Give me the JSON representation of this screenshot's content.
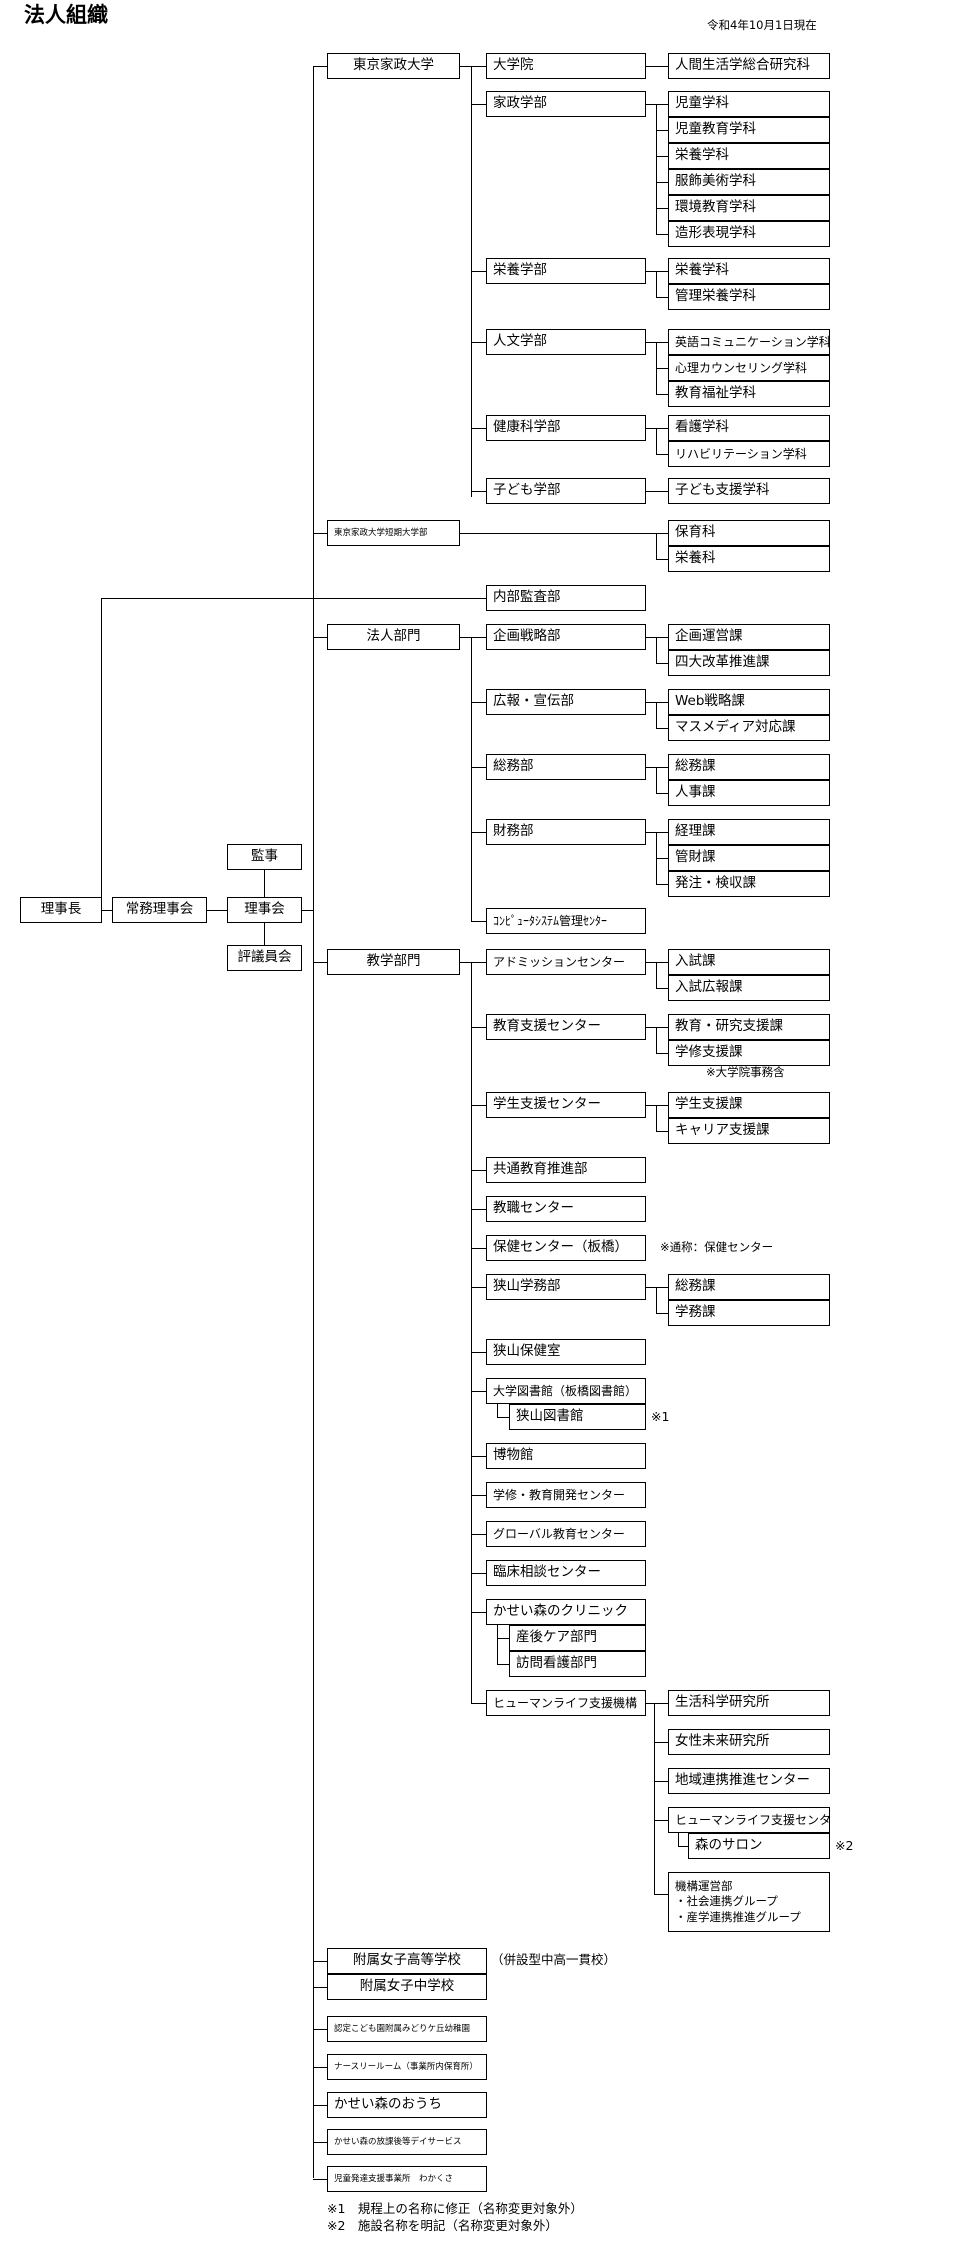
{
  "header": {
    "title": "法人組織",
    "date": "令和4年10月1日現在"
  },
  "top": {
    "chairman": "理事長",
    "exec_board": "常務理事会",
    "auditor": "監事",
    "board": "理事会",
    "council": "評議員会"
  },
  "university": {
    "name": "東京家政大学",
    "grad": "大学院",
    "grad_inst": "人間生活学総合研究科",
    "faculties": [
      {
        "name": "家政学部",
        "depts": [
          "児童学科",
          "児童教育学科",
          "栄養学科",
          "服飾美術学科",
          "環境教育学科",
          "造形表現学科"
        ]
      },
      {
        "name": "栄養学部",
        "depts": [
          "栄養学科",
          "管理栄養学科"
        ]
      },
      {
        "name": "人文学部",
        "depts": [
          "英語コミュニケーション学科",
          "心理カウンセリング学科",
          "教育福祉学科"
        ]
      },
      {
        "name": "健康科学部",
        "depts": [
          "看護学科",
          "リハビリテーション学科"
        ]
      },
      {
        "name": "子ども学部",
        "depts": [
          "子ども支援学科"
        ]
      }
    ]
  },
  "junior_college": {
    "name": "東京家政大学短期大学部",
    "depts": [
      "保育科",
      "栄養科"
    ]
  },
  "internal_audit": "内部監査部",
  "corporate": {
    "name": "法人部門",
    "units": [
      {
        "name": "企画戦略部",
        "sections": [
          "企画運営課",
          "四大改革推進課"
        ]
      },
      {
        "name": "広報・宣伝部",
        "sections": [
          "Web戦略課",
          "マスメディア対応課"
        ]
      },
      {
        "name": "総務部",
        "sections": [
          "総務課",
          "人事課"
        ]
      },
      {
        "name": "財務部",
        "sections": [
          "経理課",
          "管財課",
          "発注・検収課"
        ]
      },
      {
        "name": "ｺﾝﾋﾟｭｰﾀｼｽﾃﾑ管理ｾﾝﾀｰ",
        "sections": []
      }
    ]
  },
  "academic": {
    "name": "教学部門",
    "admission": {
      "name": "アドミッションセンター",
      "sections": [
        "入試課",
        "入試広報課"
      ]
    },
    "education_support": {
      "name": "教育支援センター",
      "sections": [
        "教育・研究支援課",
        "学修支援課"
      ],
      "note": "※大学院事務含"
    },
    "student_support": {
      "name": "学生支援センター",
      "sections": [
        "学生支援課",
        "キャリア支援課"
      ]
    },
    "common_edu": "共通教育推進部",
    "teacher_center": "教職センター",
    "health_center": {
      "name": "保健センター（板橋）",
      "note": "※通称：保健センター"
    },
    "sayama_office": {
      "name": "狭山学務部",
      "sections": [
        "総務課",
        "学務課"
      ]
    },
    "sayama_health": "狭山保健室",
    "library": {
      "name": "大学図書館（板橋図書館）",
      "branch": "狭山図書館",
      "note": "※1"
    },
    "museum": "博物館",
    "teaching_dev": "学修・教育開発センター",
    "global_edu": "グローバル教育センター",
    "clinical": "臨床相談センター",
    "clinic": {
      "name": "かせい森のクリニック",
      "subs": [
        "産後ケア部門",
        "訪問看護部門"
      ]
    },
    "human_life": {
      "name": "ヒューマンライフ支援機構",
      "subs": [
        "生活科学研究所",
        "女性未来研究所",
        "地域連携推進センター"
      ],
      "hl_center": "ヒューマンライフ支援センター",
      "salon": "森のサロン",
      "salon_note": "※2",
      "ops": {
        "name": "機構運営部",
        "items": [
          "・社会連携グループ",
          "・産学連携推進グループ"
        ]
      }
    }
  },
  "schools": {
    "high": "附属女子高等学校",
    "junior": "附属女子中学校",
    "note": "（併設型中高一貫校）",
    "kindergarten": "認定こども園附属みどりケ丘幼稚園",
    "nursery": "ナースリールーム（事業所内保育所）",
    "house": "かせい森のおうち",
    "dayservice": "かせい森の放課後等デイサービス",
    "child_support": "児童発達支援事業所　わかくさ"
  },
  "notes": [
    "※1　規程上の名称に修正（名称変更対象外）",
    "※2　施設名称を明記（名称変更対象外）"
  ]
}
